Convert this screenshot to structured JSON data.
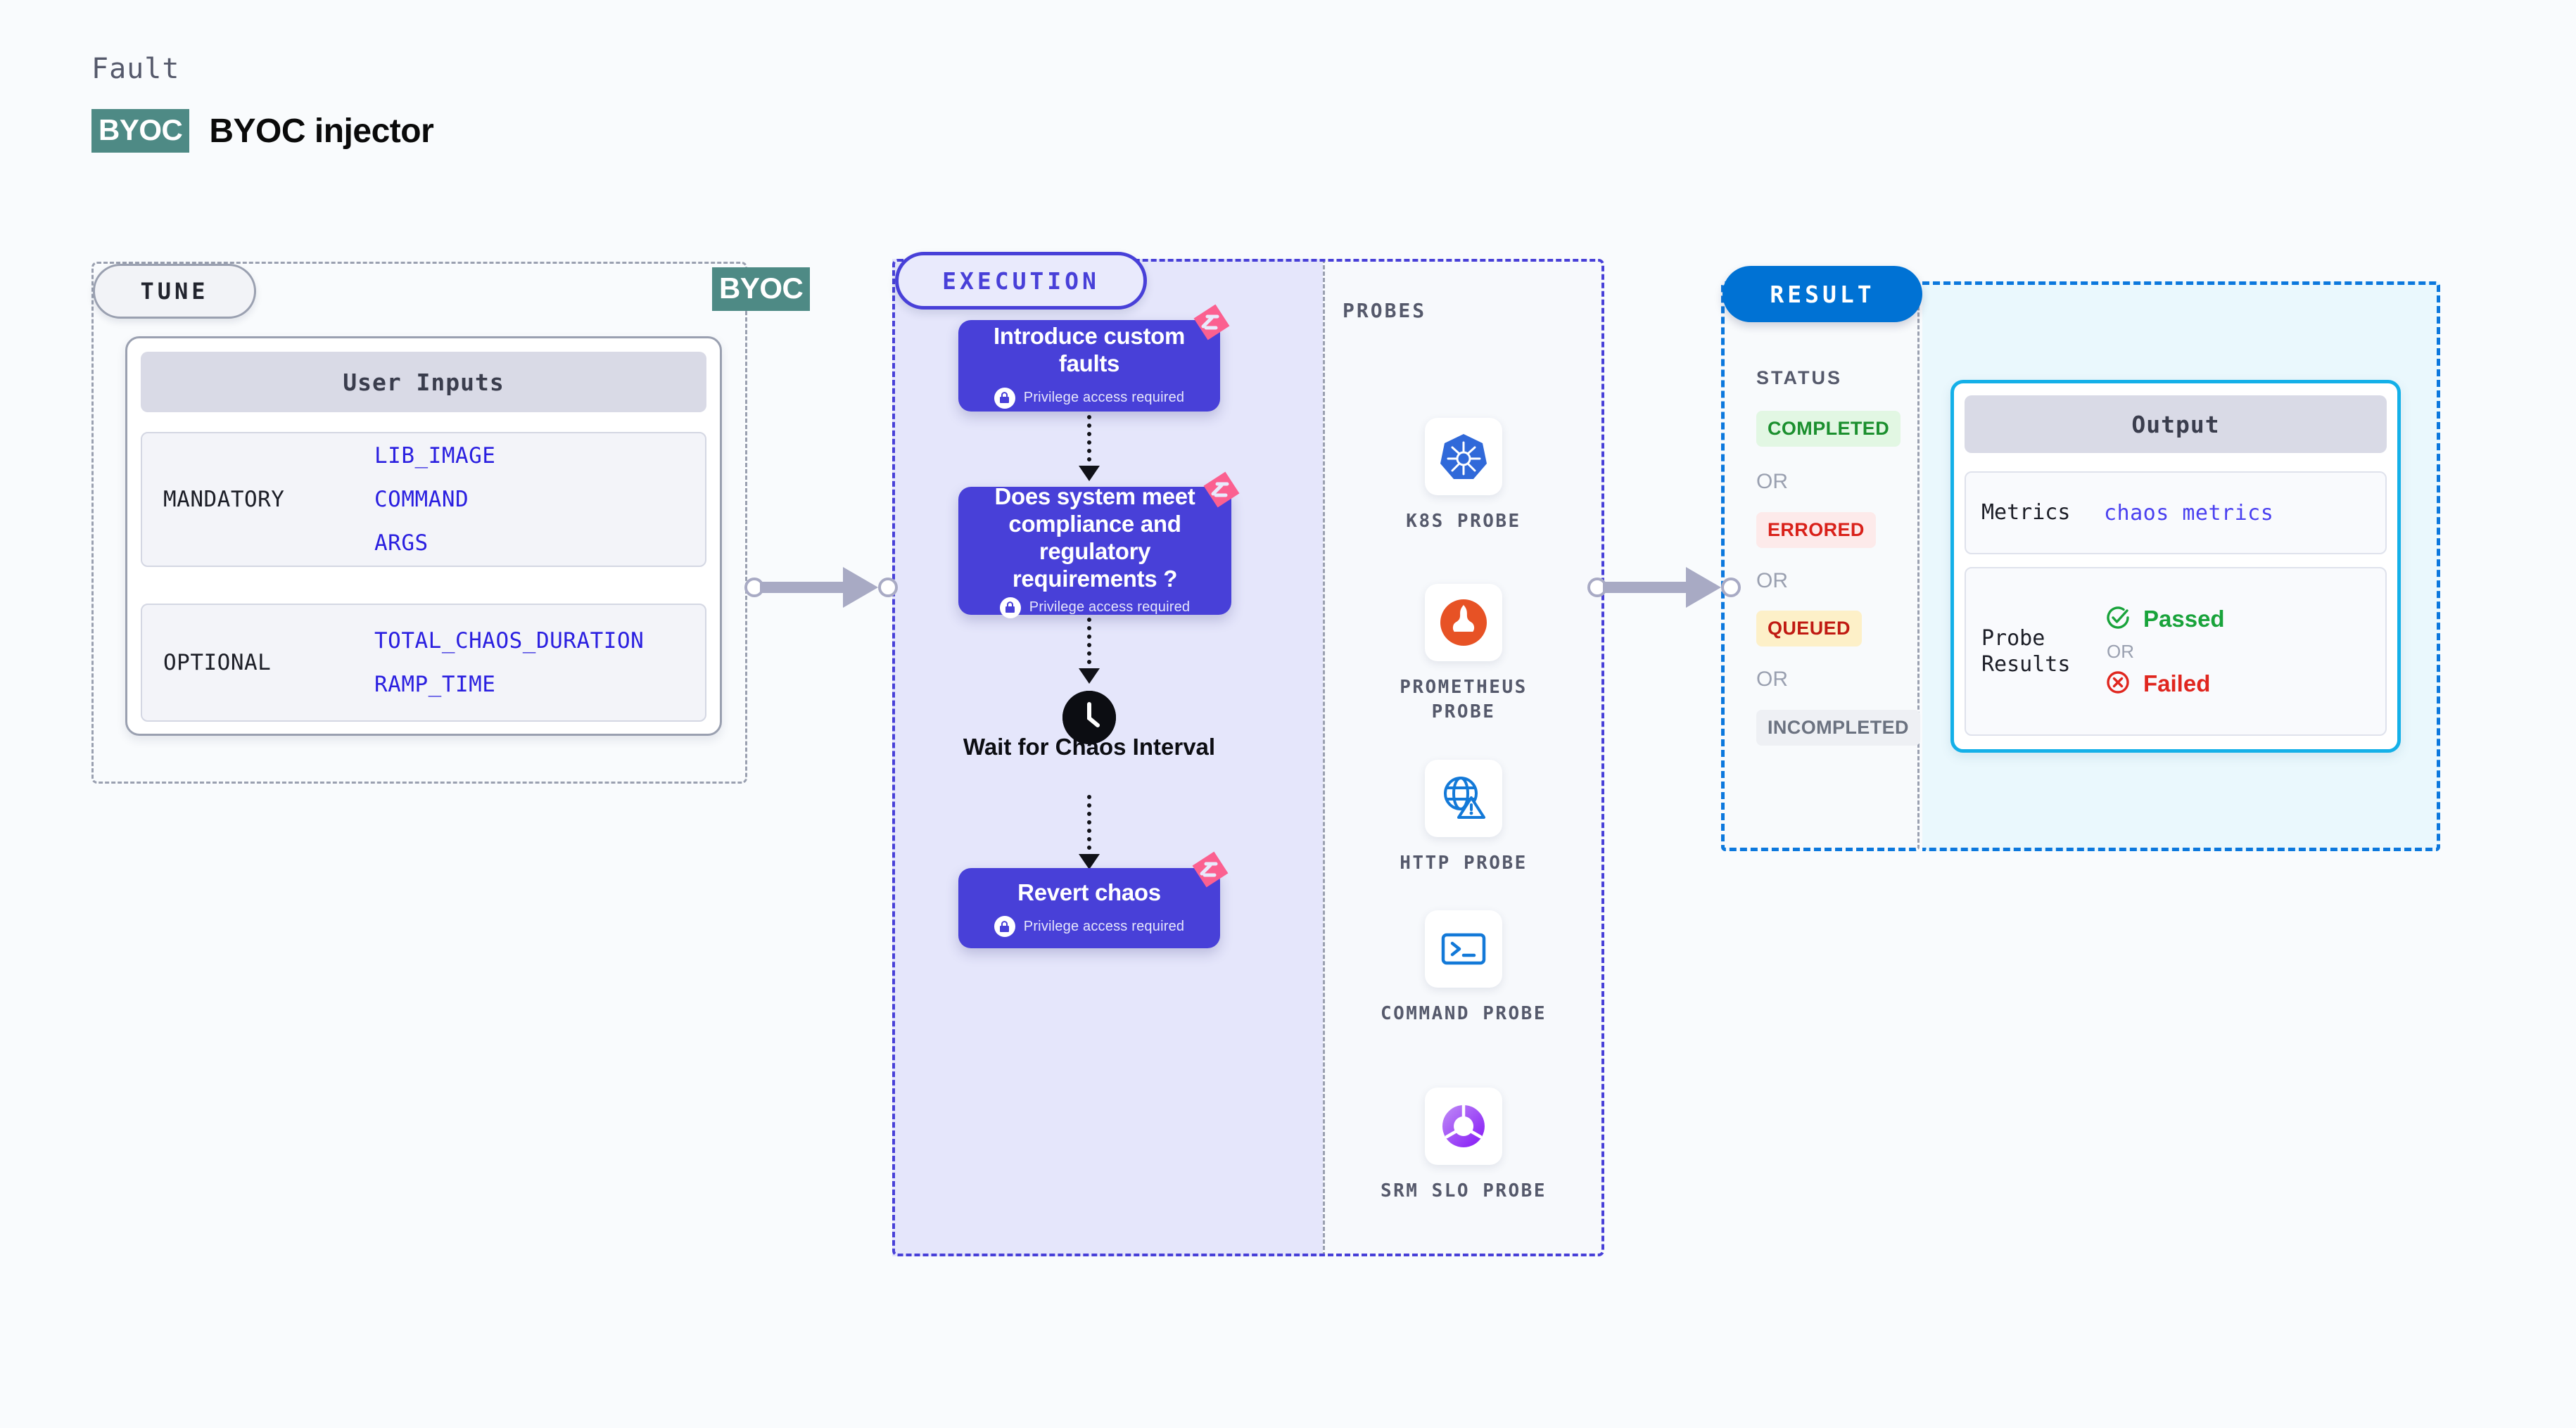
{
  "header": {
    "eyebrow": "Fault",
    "badge": "BYOC",
    "title": "BYOC injector"
  },
  "tune": {
    "phase_label": "TUNE",
    "byoc_tag": "BYOC",
    "card_header": "User Inputs",
    "groups": [
      {
        "label": "MANDATORY",
        "values": [
          "LIB_IMAGE",
          "COMMAND",
          "ARGS"
        ]
      },
      {
        "label": "OPTIONAL",
        "values": [
          "TOTAL_CHAOS_DURATION",
          "RAMP_TIME"
        ]
      }
    ]
  },
  "execution": {
    "phase_label": "EXECUTION",
    "privilege_note": "Privilege access required",
    "nodes": [
      {
        "title": "Introduce custom faults",
        "privileged": true
      },
      {
        "title": "Does system meet compliance and regulatory requirements ?",
        "privileged": true
      },
      {
        "title": "Revert chaos",
        "privileged": true
      }
    ],
    "wait_step": {
      "label": "Wait for Chaos Interval",
      "icon": "clock-icon"
    }
  },
  "probes": {
    "section_label": "PROBES",
    "items": [
      {
        "name": "K8S PROBE",
        "icon": "kubernetes-icon"
      },
      {
        "name": "PROMETHEUS PROBE",
        "icon": "prometheus-icon"
      },
      {
        "name": "HTTP PROBE",
        "icon": "http-globe-icon"
      },
      {
        "name": "COMMAND PROBE",
        "icon": "terminal-icon"
      },
      {
        "name": "SRM SLO PROBE",
        "icon": "srm-slo-icon"
      }
    ]
  },
  "result": {
    "phase_label": "RESULT",
    "status_title": "STATUS",
    "or_label": "OR",
    "statuses": [
      {
        "label": "COMPLETED",
        "color": "#1b8f2e",
        "bg": "#e2f7e3"
      },
      {
        "label": "ERRORED",
        "color": "#d9211a",
        "bg": "#fdeaea"
      },
      {
        "label": "QUEUED",
        "color": "#c01a12",
        "bg": "#fdf0c8"
      },
      {
        "label": "INCOMPLETED",
        "color": "#6b7280",
        "bg": "#eef0f4"
      }
    ],
    "output": {
      "header": "Output",
      "metrics_label": "Metrics",
      "metrics_value": "chaos metrics",
      "probe_results_label": "Probe Results",
      "passed_label": "Passed",
      "failed_label": "Failed",
      "or_label": "OR"
    }
  },
  "colors": {
    "execution_accent": "#4840d8",
    "result_accent": "#0072d4",
    "output_border": "#14b0e8",
    "byoc_badge": "#4e8a85",
    "corner_badge": "#fb6090"
  }
}
